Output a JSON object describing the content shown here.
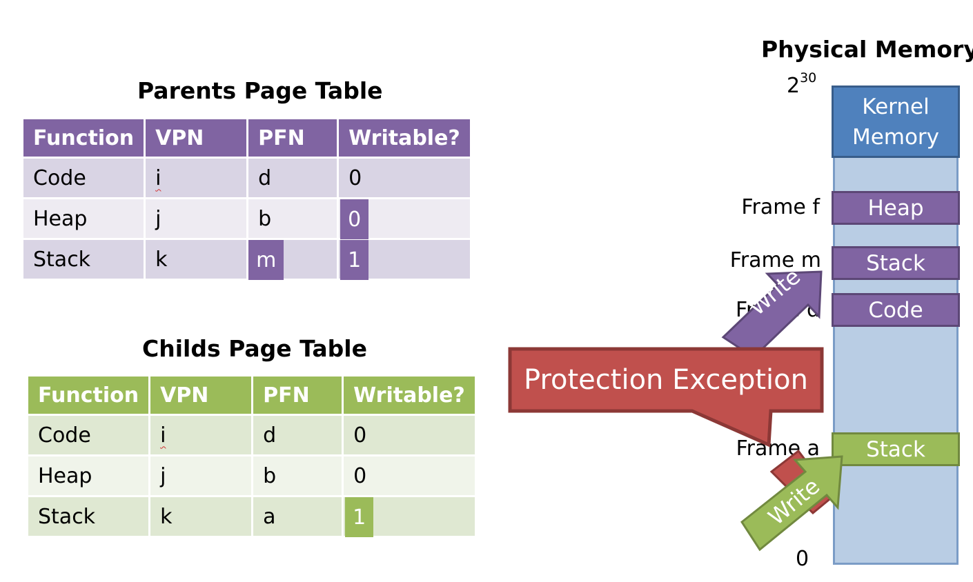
{
  "parent_table": {
    "title": "Parents Page Table",
    "headers": [
      "Function",
      "VPN",
      "PFN",
      "Writable?"
    ],
    "rows": [
      [
        "Code",
        "i",
        "d",
        "0"
      ],
      [
        "Heap",
        "j",
        "b",
        "0"
      ],
      [
        "Stack",
        "k",
        "m",
        "1"
      ]
    ]
  },
  "child_table": {
    "title": "Childs Page Table",
    "headers": [
      "Function",
      "VPN",
      "PFN",
      "Writable?"
    ],
    "rows": [
      [
        "Code",
        "i",
        "d",
        "0"
      ],
      [
        "Heap",
        "j",
        "b",
        "0"
      ],
      [
        "Stack",
        "k",
        "a",
        "1"
      ]
    ]
  },
  "physical_memory": {
    "title": "Physical Memory",
    "top_label_base": "2",
    "top_label_exp": "30",
    "bottom_label": "0",
    "frame_labels": {
      "f": "Frame f",
      "m": "Frame m",
      "d": "Frame d",
      "a": "Frame a"
    },
    "segments": {
      "kernel_line1": "Kernel",
      "kernel_line2": "Memory",
      "heap": "Heap",
      "stack_parent": "Stack",
      "code": "Code",
      "stack_child": "Stack"
    }
  },
  "callout": "Protection Exception",
  "arrows": {
    "parent_write": "Write",
    "child_write": "Write"
  },
  "colors": {
    "purple": "#8064a2",
    "green": "#9bbb59",
    "blue": "#4f81bd",
    "light_blue": "#b9cde4",
    "red": "#c0504d",
    "dark_red": "#8c3836"
  }
}
